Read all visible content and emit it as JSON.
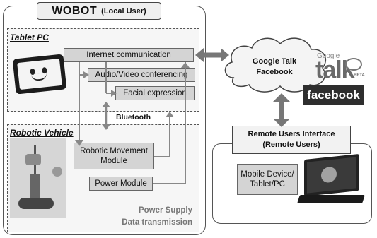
{
  "header": {
    "title": "WOBOT",
    "subtitle": "(Local User)"
  },
  "tablet_zone": {
    "label": "Tablet PC",
    "boxes": {
      "internet": "Internet communication",
      "av": "Audio/Video conferencing",
      "facial": "Facial expression"
    }
  },
  "bluetooth_label": "Bluetooth",
  "vehicle_zone": {
    "label": "Robotic Vehicle",
    "boxes": {
      "movement_line1": "Robotic Movement",
      "movement_line2": "Module",
      "power": "Power Module"
    },
    "legend": {
      "power_supply": "Power Supply",
      "data_transmission": "Data transmission"
    }
  },
  "cloud": {
    "line1": "Google Talk",
    "line2": "Facebook"
  },
  "logos": {
    "google": "Google",
    "talk": "talk",
    "beta": "BETA",
    "facebook": "facebook"
  },
  "remote": {
    "title_line1": "Remote Users Interface",
    "title_line2": "(Remote Users)",
    "device_line1": "Mobile Device/",
    "device_line2": "Tablet/PC"
  }
}
